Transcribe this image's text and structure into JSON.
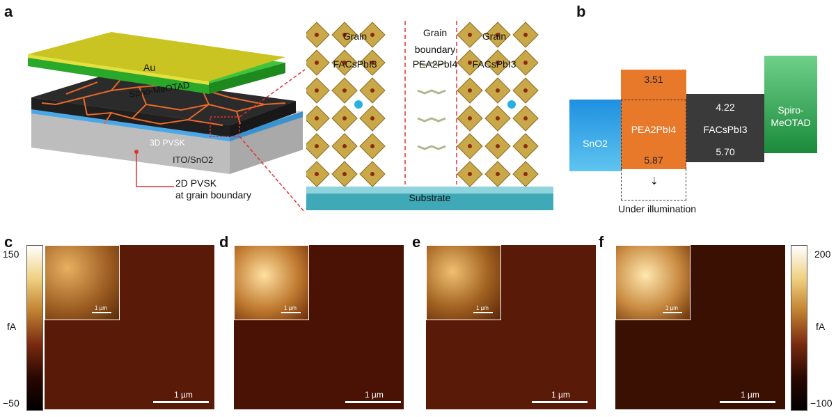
{
  "panel_a": {
    "label": "a",
    "device_layers": [
      "Au",
      "Sprio-MeOTAD",
      "3D PVSK",
      "ITO/SnO2"
    ],
    "callout": [
      "2D PVSK",
      "at grain boundary"
    ],
    "crystal": {
      "left_title": "Grain",
      "left_material": "FACsPbI3",
      "mid_title": "Grain",
      "mid_title2": "boundary",
      "mid_material": "PEA2PbI4",
      "right_title": "Grain",
      "right_material": "FACsPbI3",
      "substrate": "Substrate"
    }
  },
  "panel_b": {
    "label": "b",
    "sno2": "SnO2",
    "pea_top": "3.51",
    "pea_name": "PEA2PbI4",
    "pea_bottom": "5.87",
    "facs_top": "4.22",
    "facs_name": "FACsPbI3",
    "facs_bottom": "5.70",
    "spiro": [
      "Spiro-",
      "MeOTAD"
    ],
    "illum": "Under illumination"
  },
  "afm": {
    "c": {
      "label": "c",
      "scale": "1 µm",
      "inset_scale": "1 µm"
    },
    "d": {
      "label": "d",
      "scale": "1 µm",
      "inset_scale": "1 µm"
    },
    "e": {
      "label": "e",
      "scale": "1 µm",
      "inset_scale": "1 µm"
    },
    "f": {
      "label": "f",
      "scale": "1 µm",
      "inset_scale": "1 µm"
    }
  },
  "colorbar_left": {
    "max": "150",
    "unit": "fA",
    "min": "−50"
  },
  "colorbar_right": {
    "max": "200",
    "unit": "fA",
    "min": "−100"
  }
}
